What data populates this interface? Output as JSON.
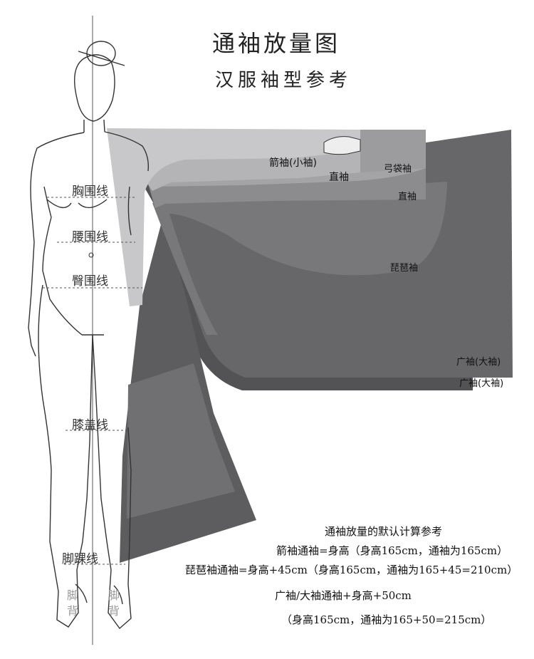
{
  "title": "通袖放量图",
  "subtitle": "汉服袖型参考",
  "sleeve_labels": {
    "jian": "箭袖(小袖)",
    "zhi1": "直袖",
    "gongdai": "弓袋袖",
    "zhi2": "直袖",
    "pipa": "琵琶袖",
    "guang1": "广袖(大袖)",
    "guang2": "广袖(大袖)"
  },
  "body_lines": {
    "chest": "胸围线",
    "waist": "腰围线",
    "hip": "臀围线",
    "knee": "膝盖线",
    "ankle": "脚踝线"
  },
  "feet": {
    "left": "脚背",
    "right": "脚背"
  },
  "notes": {
    "heading": "通袖放量的默认计算参考",
    "line1": "箭袖通袖=身高（身高165cm，通袖为165cm）",
    "line2": "琵琶袖通袖=身高+45cm（身高165cm，通袖为165+45=210cm）",
    "line3": "广袖/大袖通袖+身高+50cm",
    "line4": "（身高165cm，通袖为165+50=215cm）"
  },
  "colors": {
    "guang_dark": "#4e4e50",
    "guang_mid": "#67676a",
    "pipa": "#737376",
    "zhi": "#8c8c8f",
    "gongdai": "#a4a4a7",
    "jian": "#c8c8ca",
    "outline": "#333333"
  }
}
